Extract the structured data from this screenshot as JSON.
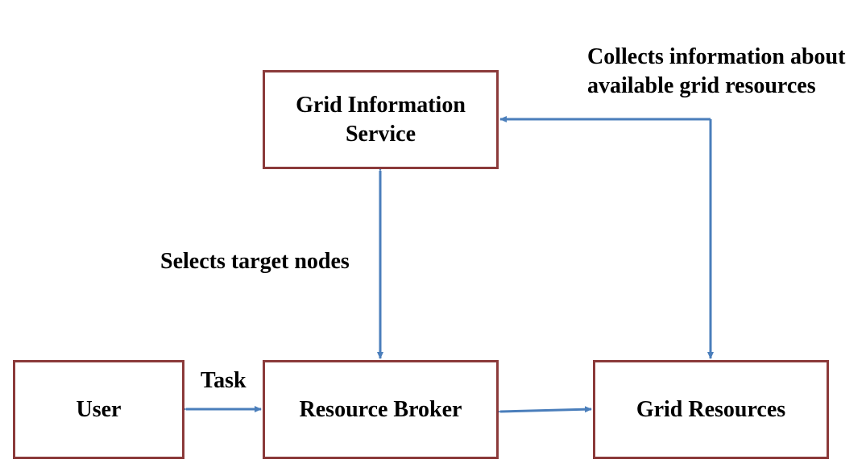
{
  "nodes": {
    "grid_information_service": "Grid Information\nService",
    "user": "User",
    "resource_broker": "Resource Broker",
    "grid_resources": "Grid Resources"
  },
  "edge_labels": {
    "collects": "Collects information about\navailable grid resources",
    "selects": "Selects target nodes",
    "task": "Task"
  },
  "colors": {
    "box_border": "#8b3a3a",
    "arrow": "#4a7ebb",
    "text": "#000000"
  }
}
